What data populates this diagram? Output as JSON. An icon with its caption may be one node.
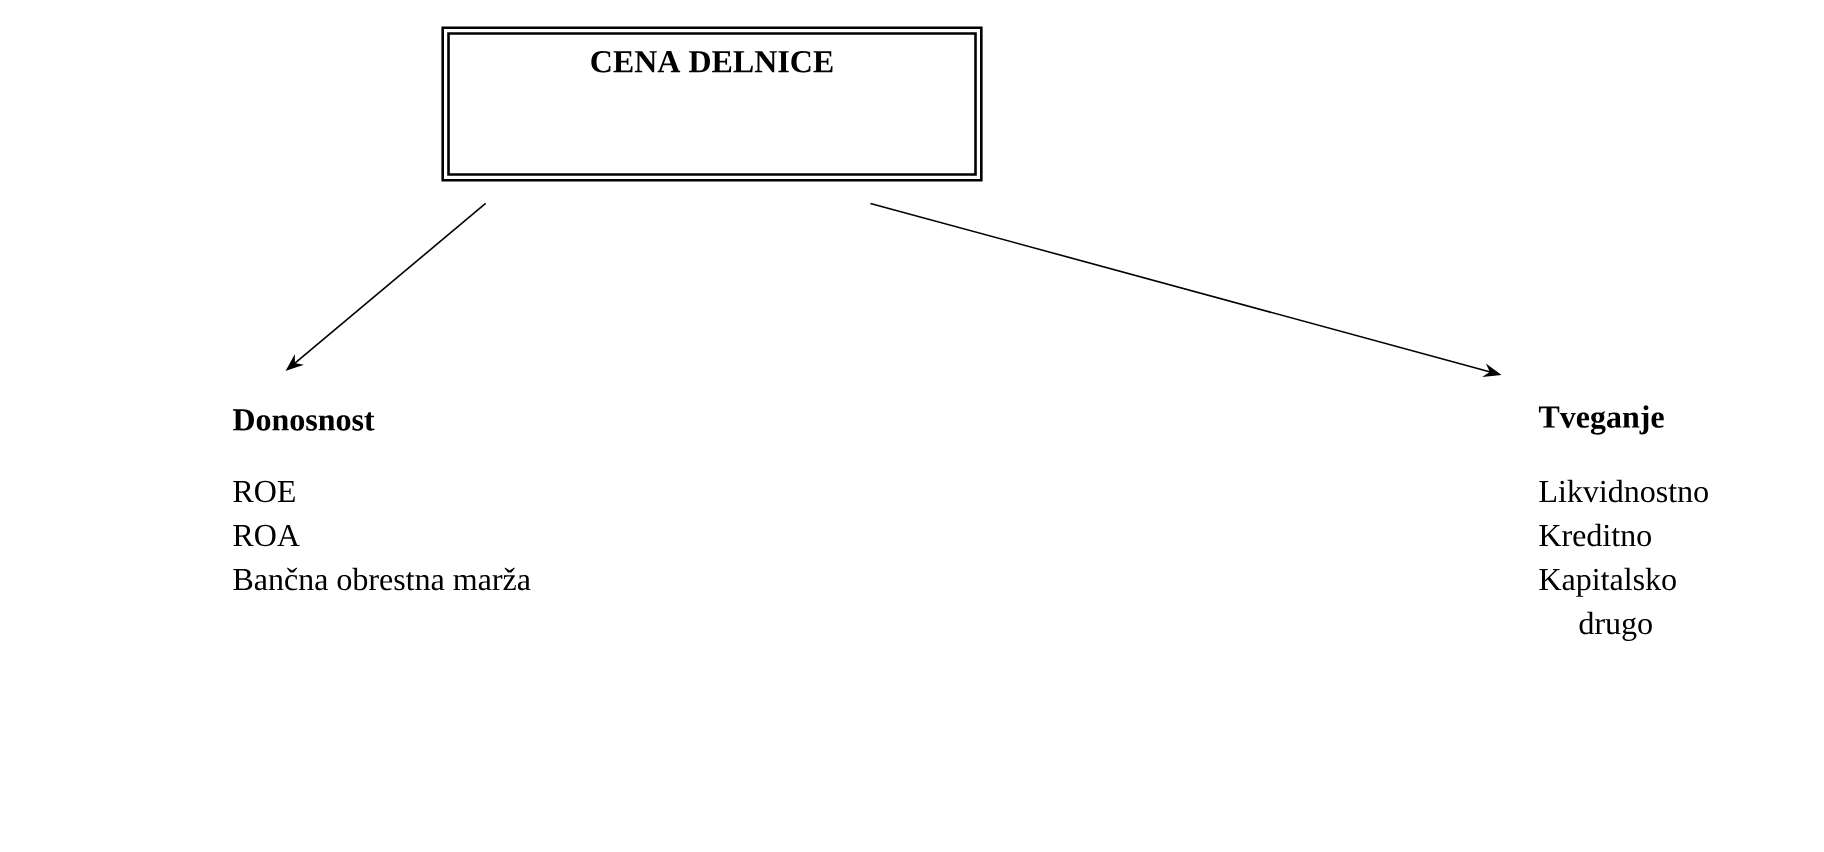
{
  "diagram": {
    "nodes": [
      {
        "text": [
          "CENA DELNICE"
        ]
      },
      {
        "text": [
          "Donosnost"
        ]
      },
      {
        "text": [
          "Tveganje"
        ]
      }
    ],
    "edges": [
      {
        "from": 0,
        "to": 1,
        "arrow": "to"
      },
      {
        "from": 0,
        "to": 2,
        "arrow": "to"
      }
    ],
    "labels": [
      "ROE",
      "ROA",
      "Bančna obrestna marža",
      "Likvidnostno",
      "Kreditno",
      "Kapitalsko",
      "drugo"
    ]
  }
}
